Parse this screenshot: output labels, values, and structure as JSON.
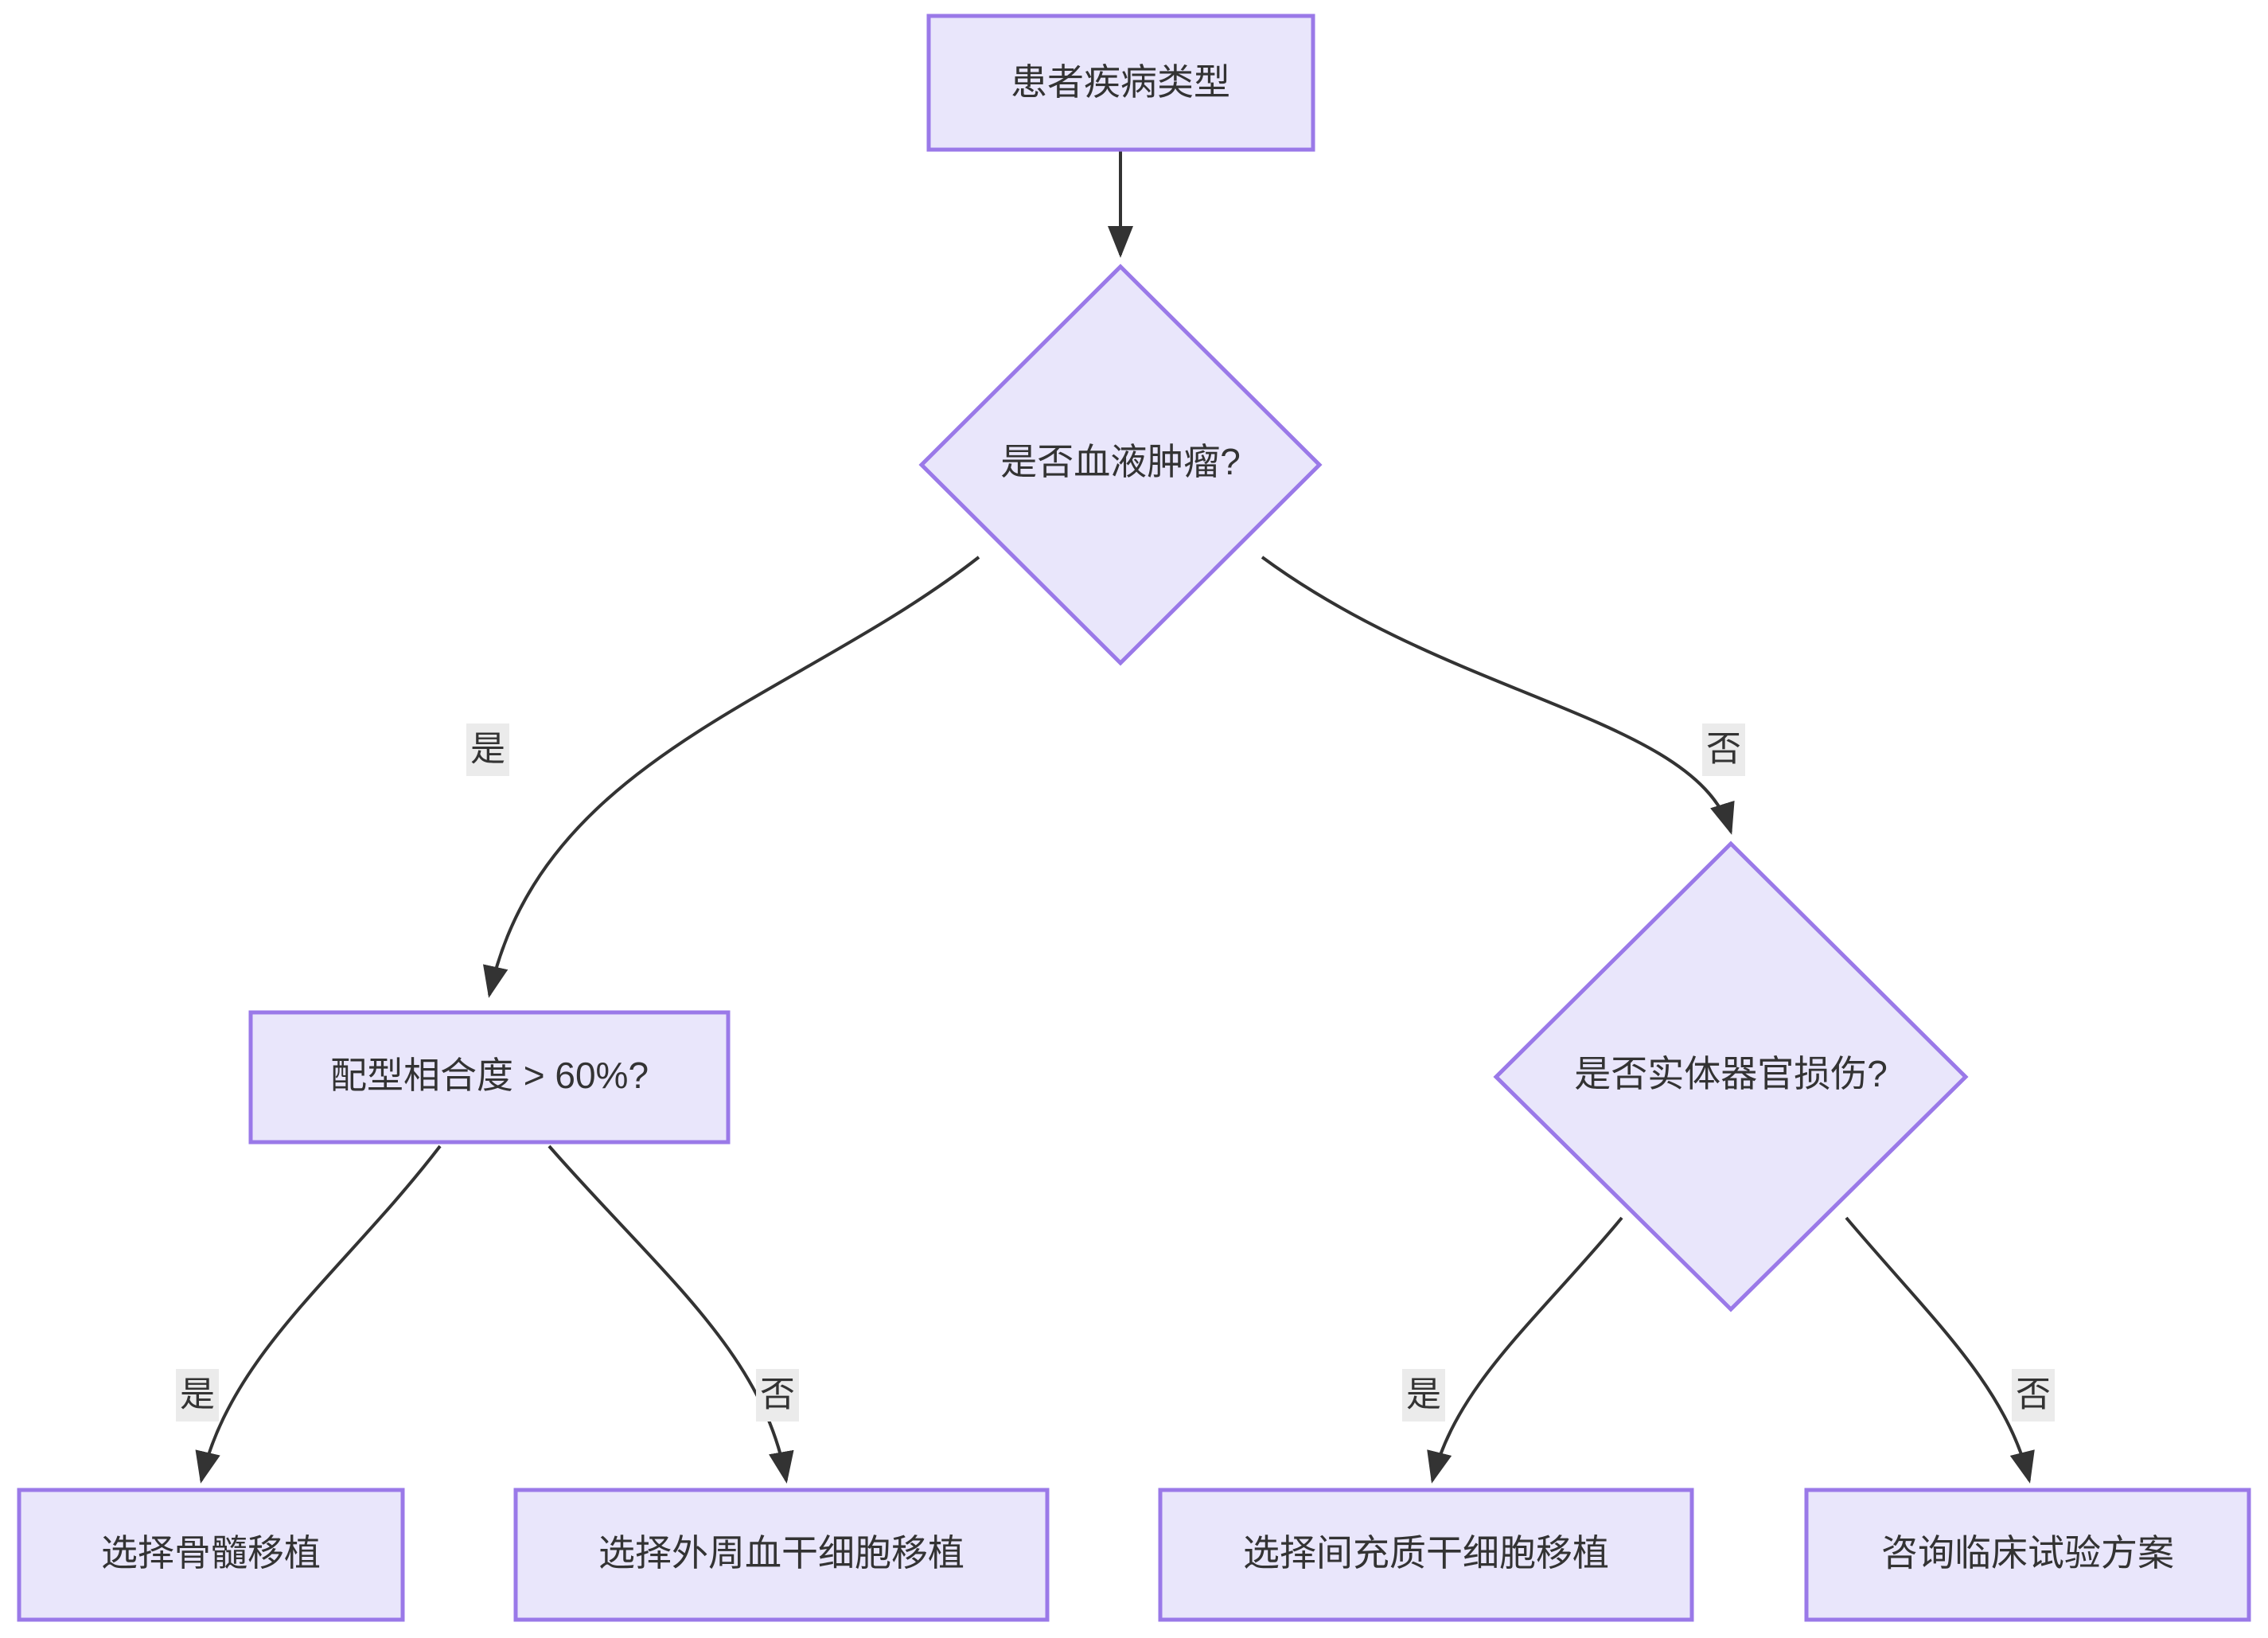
{
  "diagram": {
    "type": "flowchart",
    "direction": "top-down",
    "title": "",
    "colors": {
      "node_fill": "#e9e6fb",
      "node_border": "#9a79e8",
      "edge_stroke": "#333333",
      "edge_label_background": "#ebebeb",
      "text": "#333333",
      "canvas_background": "#ffffff"
    },
    "nodes": [
      {
        "id": "n1",
        "shape": "rectangle",
        "label": "患者疾病类型"
      },
      {
        "id": "n2",
        "shape": "diamond",
        "label": "是否血液肿瘤?"
      },
      {
        "id": "n3",
        "shape": "rectangle",
        "label": "配型相合度 > 60%?"
      },
      {
        "id": "n4",
        "shape": "diamond",
        "label": "是否实体器官损伤?"
      },
      {
        "id": "n5",
        "shape": "rectangle",
        "label": "选择骨髓移植"
      },
      {
        "id": "n6",
        "shape": "rectangle",
        "label": "选择外周血干细胞移植"
      },
      {
        "id": "n7",
        "shape": "rectangle",
        "label": "选择间充质干细胞移植"
      },
      {
        "id": "n8",
        "shape": "rectangle",
        "label": "咨询临床试验方案"
      }
    ],
    "edges": [
      {
        "id": "e1",
        "from": "n1",
        "to": "n2",
        "label": ""
      },
      {
        "id": "e2",
        "from": "n2",
        "to": "n3",
        "label": "是"
      },
      {
        "id": "e3",
        "from": "n2",
        "to": "n4",
        "label": "否"
      },
      {
        "id": "e4",
        "from": "n3",
        "to": "n5",
        "label": "是"
      },
      {
        "id": "e5",
        "from": "n3",
        "to": "n6",
        "label": "否"
      },
      {
        "id": "e6",
        "from": "n4",
        "to": "n7",
        "label": "是"
      },
      {
        "id": "e7",
        "from": "n4",
        "to": "n8",
        "label": "否"
      }
    ]
  }
}
